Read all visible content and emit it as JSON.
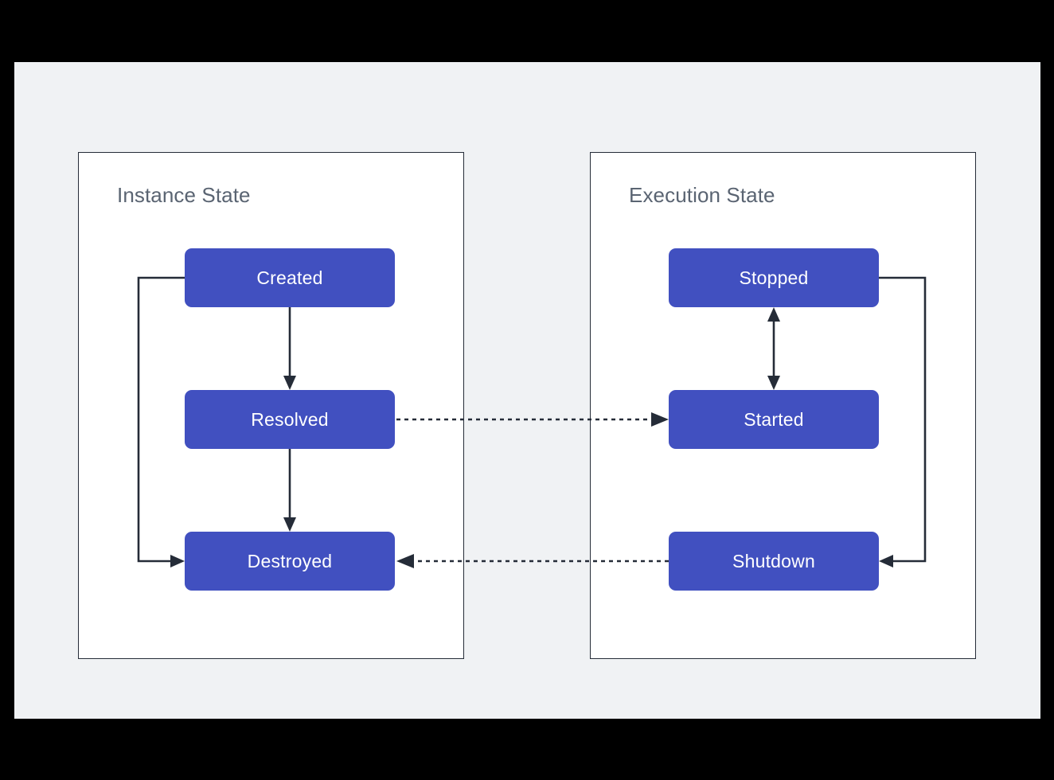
{
  "canvas": {
    "background_color": "#F0F2F4",
    "frame_color": "#000000",
    "node_color": "#4150C0",
    "node_text_color": "#FFFFFF",
    "line_color": "#252C38",
    "panel_title_color": "#5A6472"
  },
  "panels": [
    {
      "id": "instance",
      "title": "Instance State",
      "nodes": [
        {
          "id": "created",
          "label": "Created"
        },
        {
          "id": "resolved",
          "label": "Resolved"
        },
        {
          "id": "destroyed",
          "label": "Destroyed"
        }
      ]
    },
    {
      "id": "execution",
      "title": "Execution State",
      "nodes": [
        {
          "id": "stopped",
          "label": "Stopped"
        },
        {
          "id": "started",
          "label": "Started"
        },
        {
          "id": "shutdown",
          "label": "Shutdown"
        }
      ]
    }
  ],
  "edges": [
    {
      "id": "created-to-resolved",
      "from": "created",
      "to": "resolved",
      "style": "solid",
      "direction": "forward",
      "routing": "straight-down"
    },
    {
      "id": "resolved-to-destroyed",
      "from": "resolved",
      "to": "destroyed",
      "style": "solid",
      "direction": "forward",
      "routing": "straight-down"
    },
    {
      "id": "created-to-destroyed",
      "from": "created",
      "to": "destroyed",
      "style": "solid",
      "direction": "forward",
      "routing": "left-bypass"
    },
    {
      "id": "stopped-to-started",
      "from": "stopped",
      "to": "started",
      "style": "solid",
      "direction": "both",
      "routing": "straight-down"
    },
    {
      "id": "stopped-to-shutdown",
      "from": "stopped",
      "to": "shutdown",
      "style": "solid",
      "direction": "forward",
      "routing": "right-bypass"
    },
    {
      "id": "resolved-to-started",
      "from": "resolved",
      "to": "started",
      "style": "dashed",
      "direction": "forward",
      "routing": "cross-panel-right"
    },
    {
      "id": "shutdown-to-destroyed",
      "from": "shutdown",
      "to": "destroyed",
      "style": "dashed",
      "direction": "forward",
      "routing": "cross-panel-left"
    }
  ]
}
